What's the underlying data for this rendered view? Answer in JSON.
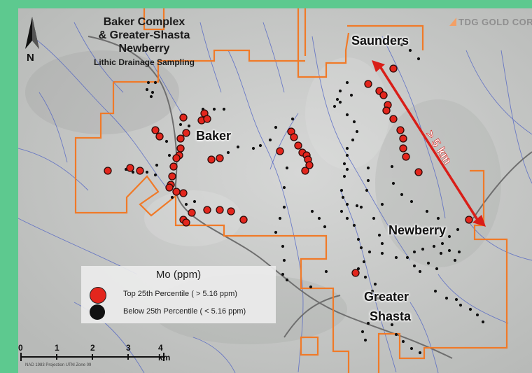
{
  "title": {
    "line1": "Baker Complex",
    "line2": "& Greater-Shasta",
    "line3": "Newberry",
    "line4": "Lithic Drainage Sampling"
  },
  "brand": "TDG GOLD CORP",
  "north_label": "N",
  "places": {
    "saunders": "Saunders",
    "baker": "Baker",
    "newberry": "Newberry",
    "greater": "Greater",
    "shasta": "Shasta"
  },
  "distance_label": "> 5 km",
  "legend": {
    "title": "Mo (ppm)",
    "top": "Top 25th Percentile ( > 5.16 ppm)",
    "below": "Below 25th Percentile ( < 5.16 ppm)",
    "top_color": "#e3261d",
    "below_color": "#111111"
  },
  "scale": {
    "ticks": [
      "0",
      "1",
      "2",
      "3",
      "4 km"
    ],
    "projection": "NAD 1983 Projection UTM Zone 09"
  },
  "colors": {
    "boundary": "#f07a28",
    "drainage": "#4b5fc4",
    "road": "#6e6e6e",
    "arrow": "#d91e18"
  }
}
